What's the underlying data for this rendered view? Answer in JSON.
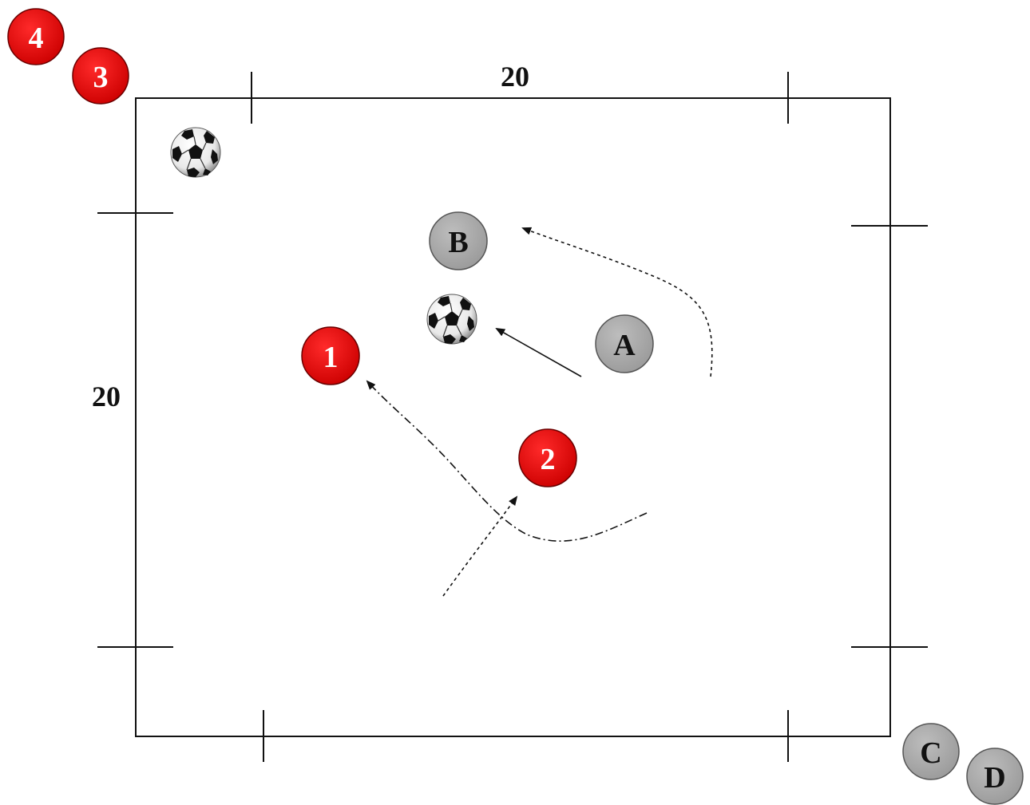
{
  "field": {
    "width_label": "20",
    "height_label": "20"
  },
  "colors": {
    "red_team": "#e00000",
    "grey_team": "#a6a6a6",
    "line": "#111111"
  },
  "players": {
    "red_1": "1",
    "red_2": "2",
    "red_3": "3",
    "red_4": "4",
    "grey_a": "A",
    "grey_b": "B",
    "grey_c": "C",
    "grey_d": "D"
  },
  "icons": {
    "ball": "soccer-ball-icon"
  }
}
